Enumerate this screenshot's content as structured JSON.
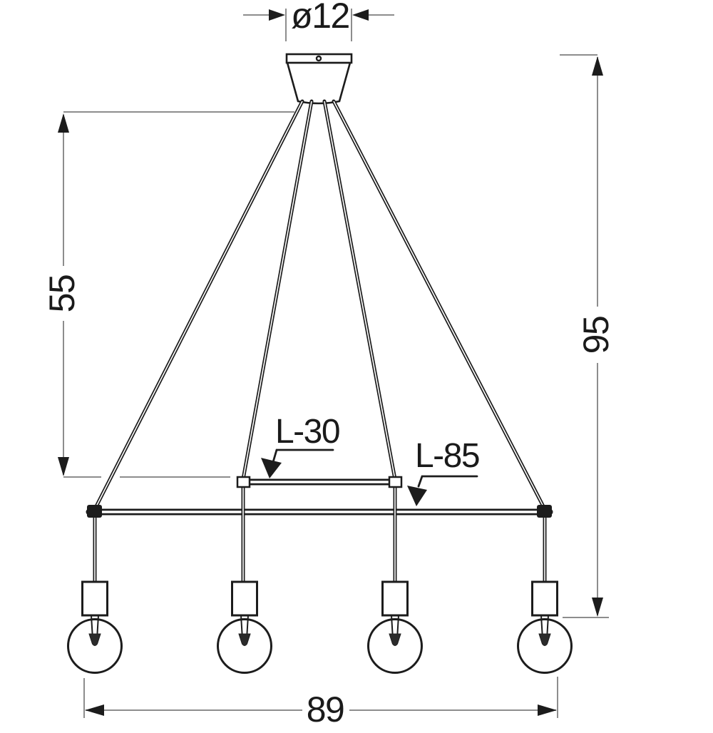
{
  "labels": {
    "diameter": "ø12",
    "height_inner": "55",
    "height_total": "95",
    "width_overall": "89",
    "inner_cord": "L-30",
    "outer_cord": "L-85"
  },
  "colors": {
    "outline": "#1c1c1c",
    "dimension": "#8d8d8d",
    "text": "#1a1a1a",
    "background": "#ffffff"
  }
}
